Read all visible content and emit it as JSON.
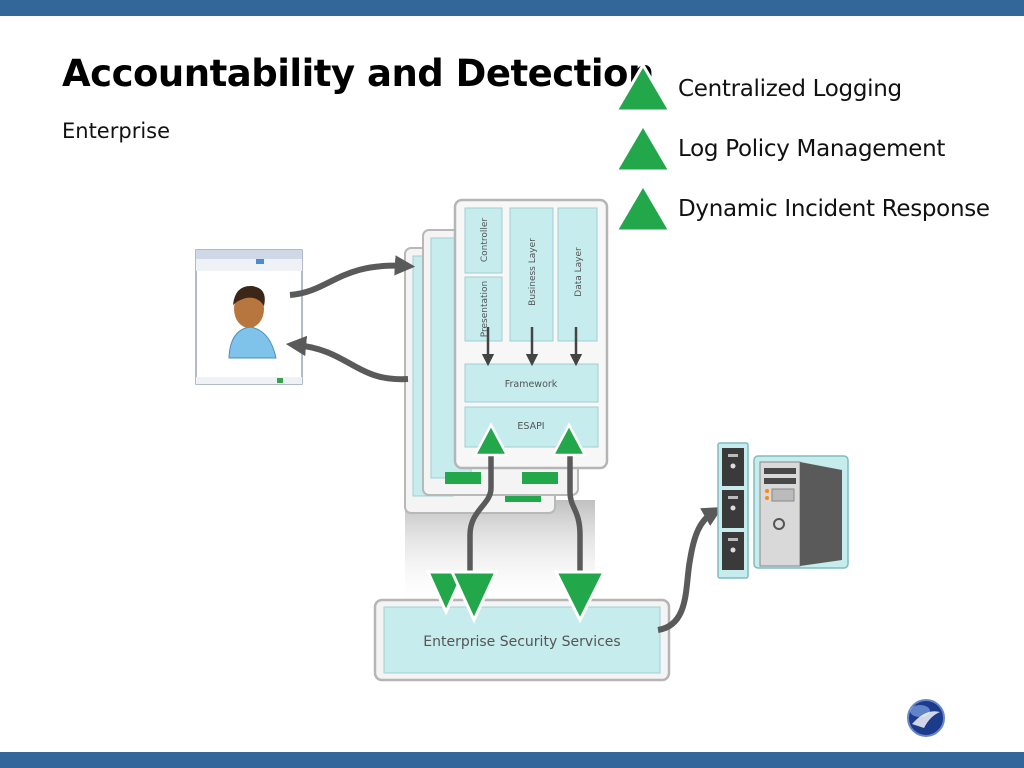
{
  "title": "Accountability and Detection",
  "subtitle": "Enterprise",
  "bullets": [
    {
      "label": "Centralized Logging",
      "icon": "green-triangle-icon"
    },
    {
      "label": "Log Policy Management",
      "icon": "green-triangle-icon"
    },
    {
      "label": "Dynamic Incident Response",
      "icon": "green-triangle-icon"
    }
  ],
  "diagram": {
    "layers": {
      "controller": "Controller",
      "business": "Business Layer",
      "data": "Data Layer",
      "presentation": "Presentation",
      "framework": "Framework",
      "esapi": "ESAPI"
    },
    "services": "Enterprise Security Services"
  },
  "colors": {
    "band": "#336699",
    "accent_green": "#22a84a",
    "panel_fill": "#c6ecee",
    "arrow": "#5a5a5a"
  }
}
